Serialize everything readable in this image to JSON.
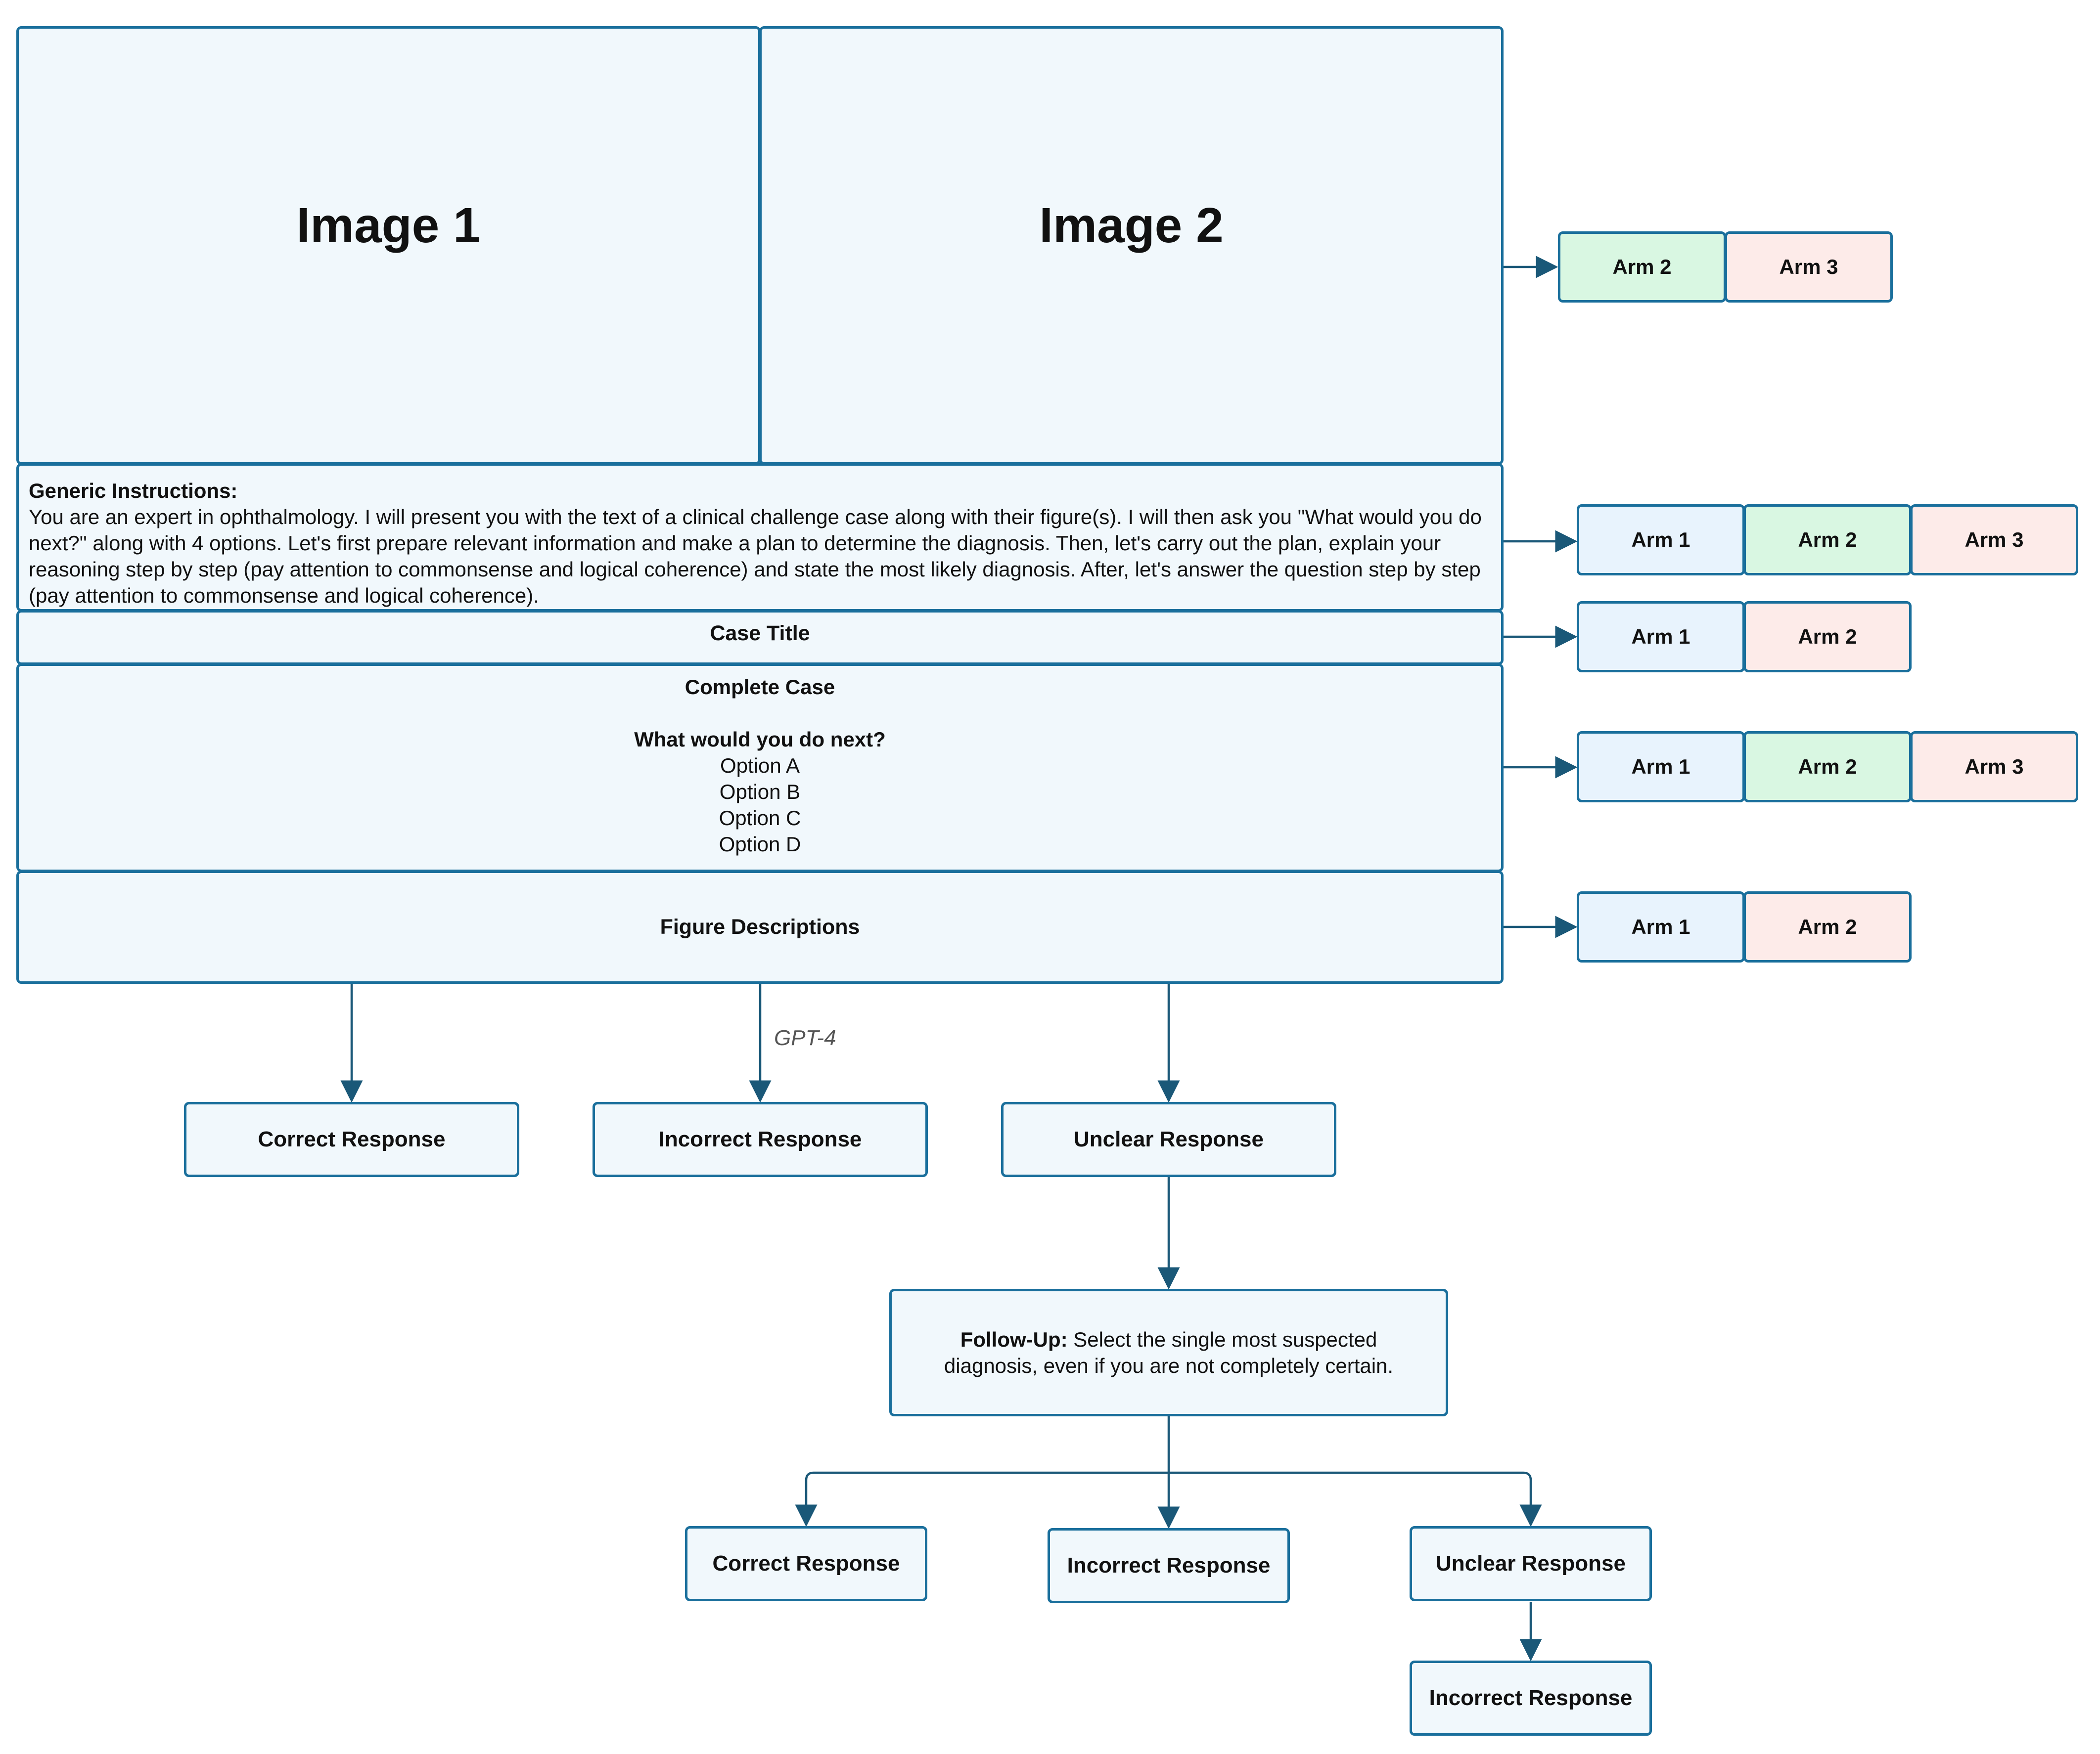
{
  "images": {
    "image1": "Image 1",
    "image2": "Image 2"
  },
  "instructions": {
    "heading": "Generic Instructions:",
    "text": "You are an expert in ophthalmology. I will present you with the text of a clinical challenge case along with their figure(s). I will then ask you \"What would you do next?\" along with 4 options. Let's first prepare relevant information and make a plan to determine the diagnosis. Then, let's carry out the plan, explain your reasoning step by step (pay attention to commonsense and logical coherence) and state the most likely diagnosis. After, let's answer the question step by step (pay attention to commonsense and logical coherence)."
  },
  "case_title": "Case Title",
  "complete_case": {
    "title": "Complete Case",
    "question": "What would you do next?",
    "options": [
      "Option A",
      "Option B",
      "Option C",
      "Option D"
    ]
  },
  "figure_descriptions": "Figure Descriptions",
  "model_label": "GPT-4",
  "responses": {
    "correct": "Correct Response",
    "incorrect": "Incorrect Response",
    "unclear": "Unclear Response"
  },
  "follow_up": {
    "label": "Follow-Up:",
    "text": "Select the single most suspected diagnosis, even if you are not completely certain."
  },
  "arm_rows": [
    [
      "Arm 2",
      "Arm 3"
    ],
    [
      "Arm 1",
      "Arm 2",
      "Arm 3"
    ],
    [
      "Arm 1",
      "Arm 2"
    ],
    [
      "Arm 1",
      "Arm 2",
      "Arm 3"
    ],
    [
      "Arm 1",
      "Arm 2"
    ]
  ],
  "colors": {
    "border": "#1a6f9c",
    "box_fill": "#f1f8fc",
    "arm_1": "#e8f3fd",
    "arm_2": "#d9f7e2",
    "arm_3": "#fdebe9",
    "arrow": "#1a5878"
  }
}
